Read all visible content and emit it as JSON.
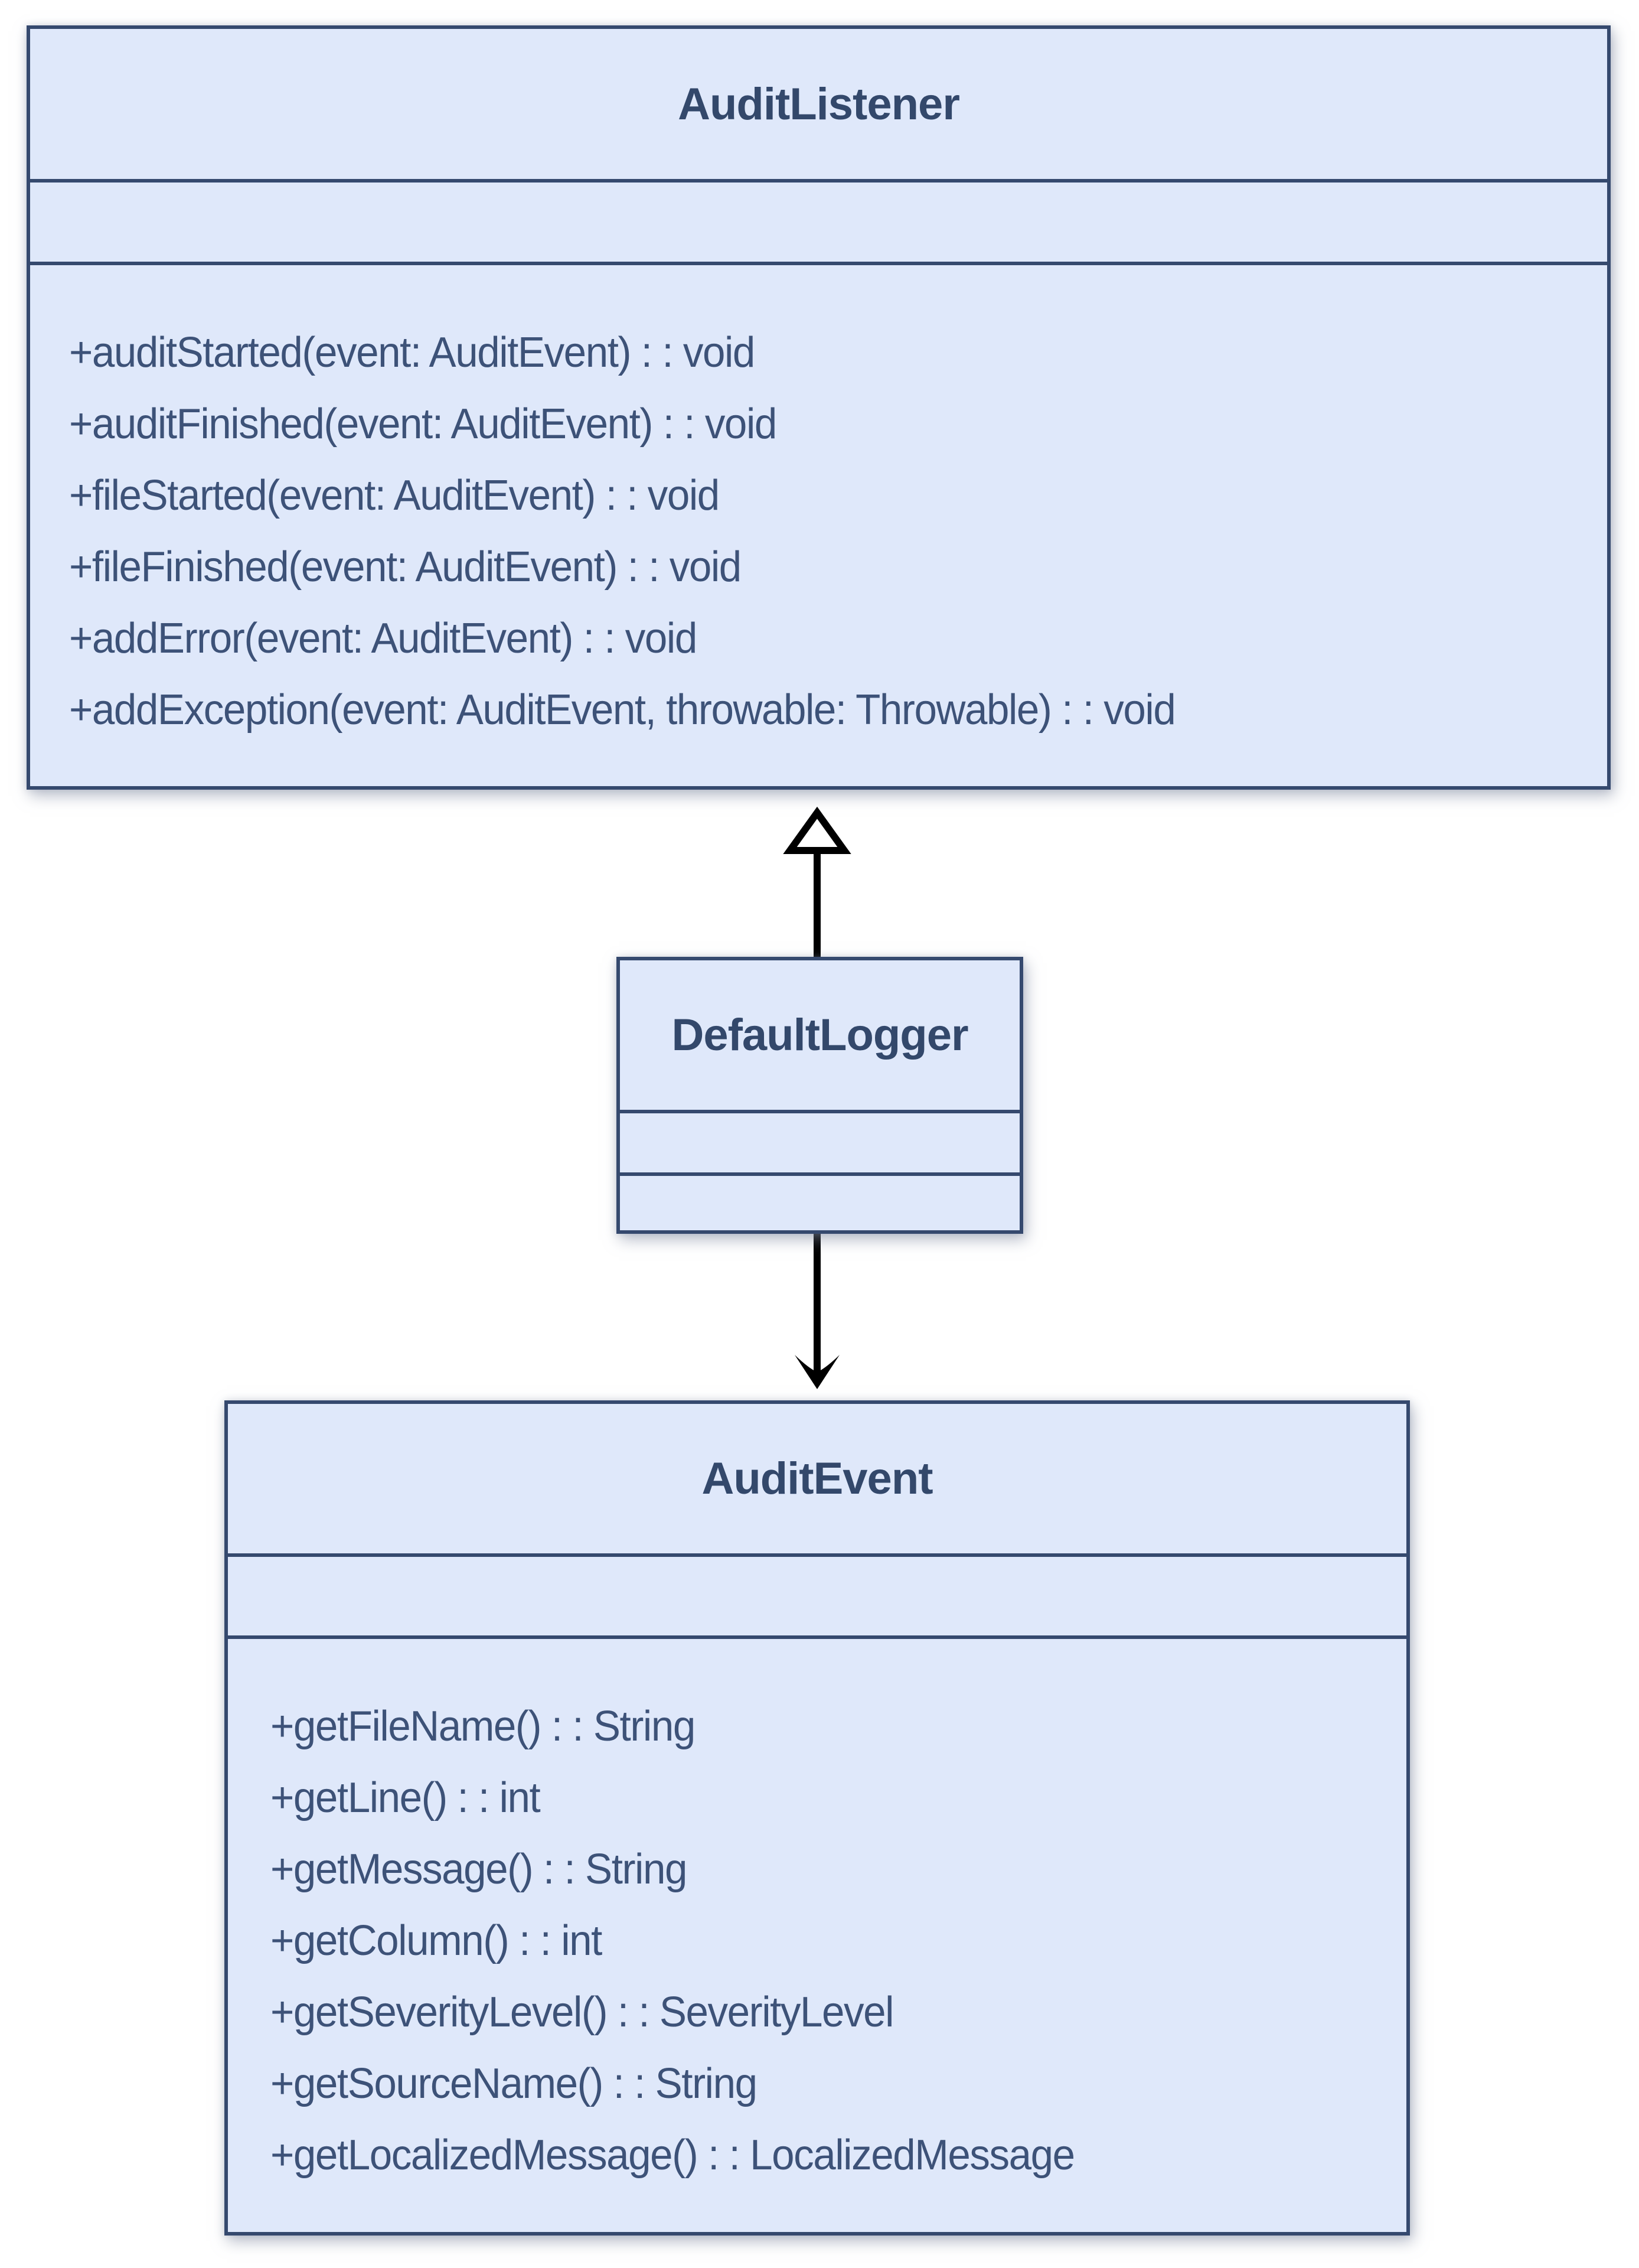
{
  "diagram": {
    "type": "uml-class-diagram",
    "background_color": "#ffffff",
    "colors": {
      "box_fill": "#dfe8fa",
      "box_border": "#35496e",
      "title_text": "#33486b",
      "method_text": "#3d5278",
      "arrow": "#000000"
    },
    "classes": [
      {
        "id": "AuditListener",
        "title": "AuditListener",
        "fields": [],
        "methods": [
          "+auditStarted(event: AuditEvent) : : void",
          "+auditFinished(event: AuditEvent) : : void",
          "+fileStarted(event: AuditEvent) : : void",
          "+fileFinished(event: AuditEvent) : : void",
          "+addError(event: AuditEvent) : : void",
          "+addException(event: AuditEvent, throwable: Throwable) : : void"
        ]
      },
      {
        "id": "DefaultLogger",
        "title": "DefaultLogger",
        "fields": [],
        "methods": []
      },
      {
        "id": "AuditEvent",
        "title": "AuditEvent",
        "fields": [],
        "methods": [
          "+getFileName() : : String",
          "+getLine() : : int",
          "+getMessage() : : String",
          "+getColumn() : : int",
          "+getSeverityLevel() : : SeverityLevel",
          "+getSourceName() : : String",
          "+getLocalizedMessage() : : LocalizedMessage"
        ]
      }
    ],
    "relationships": [
      {
        "type": "realization",
        "from": "DefaultLogger",
        "to": "AuditListener",
        "arrowhead": "hollow-triangle-up"
      },
      {
        "type": "directed-association",
        "from": "DefaultLogger",
        "to": "AuditEvent",
        "arrowhead": "open-vee-down"
      }
    ]
  }
}
